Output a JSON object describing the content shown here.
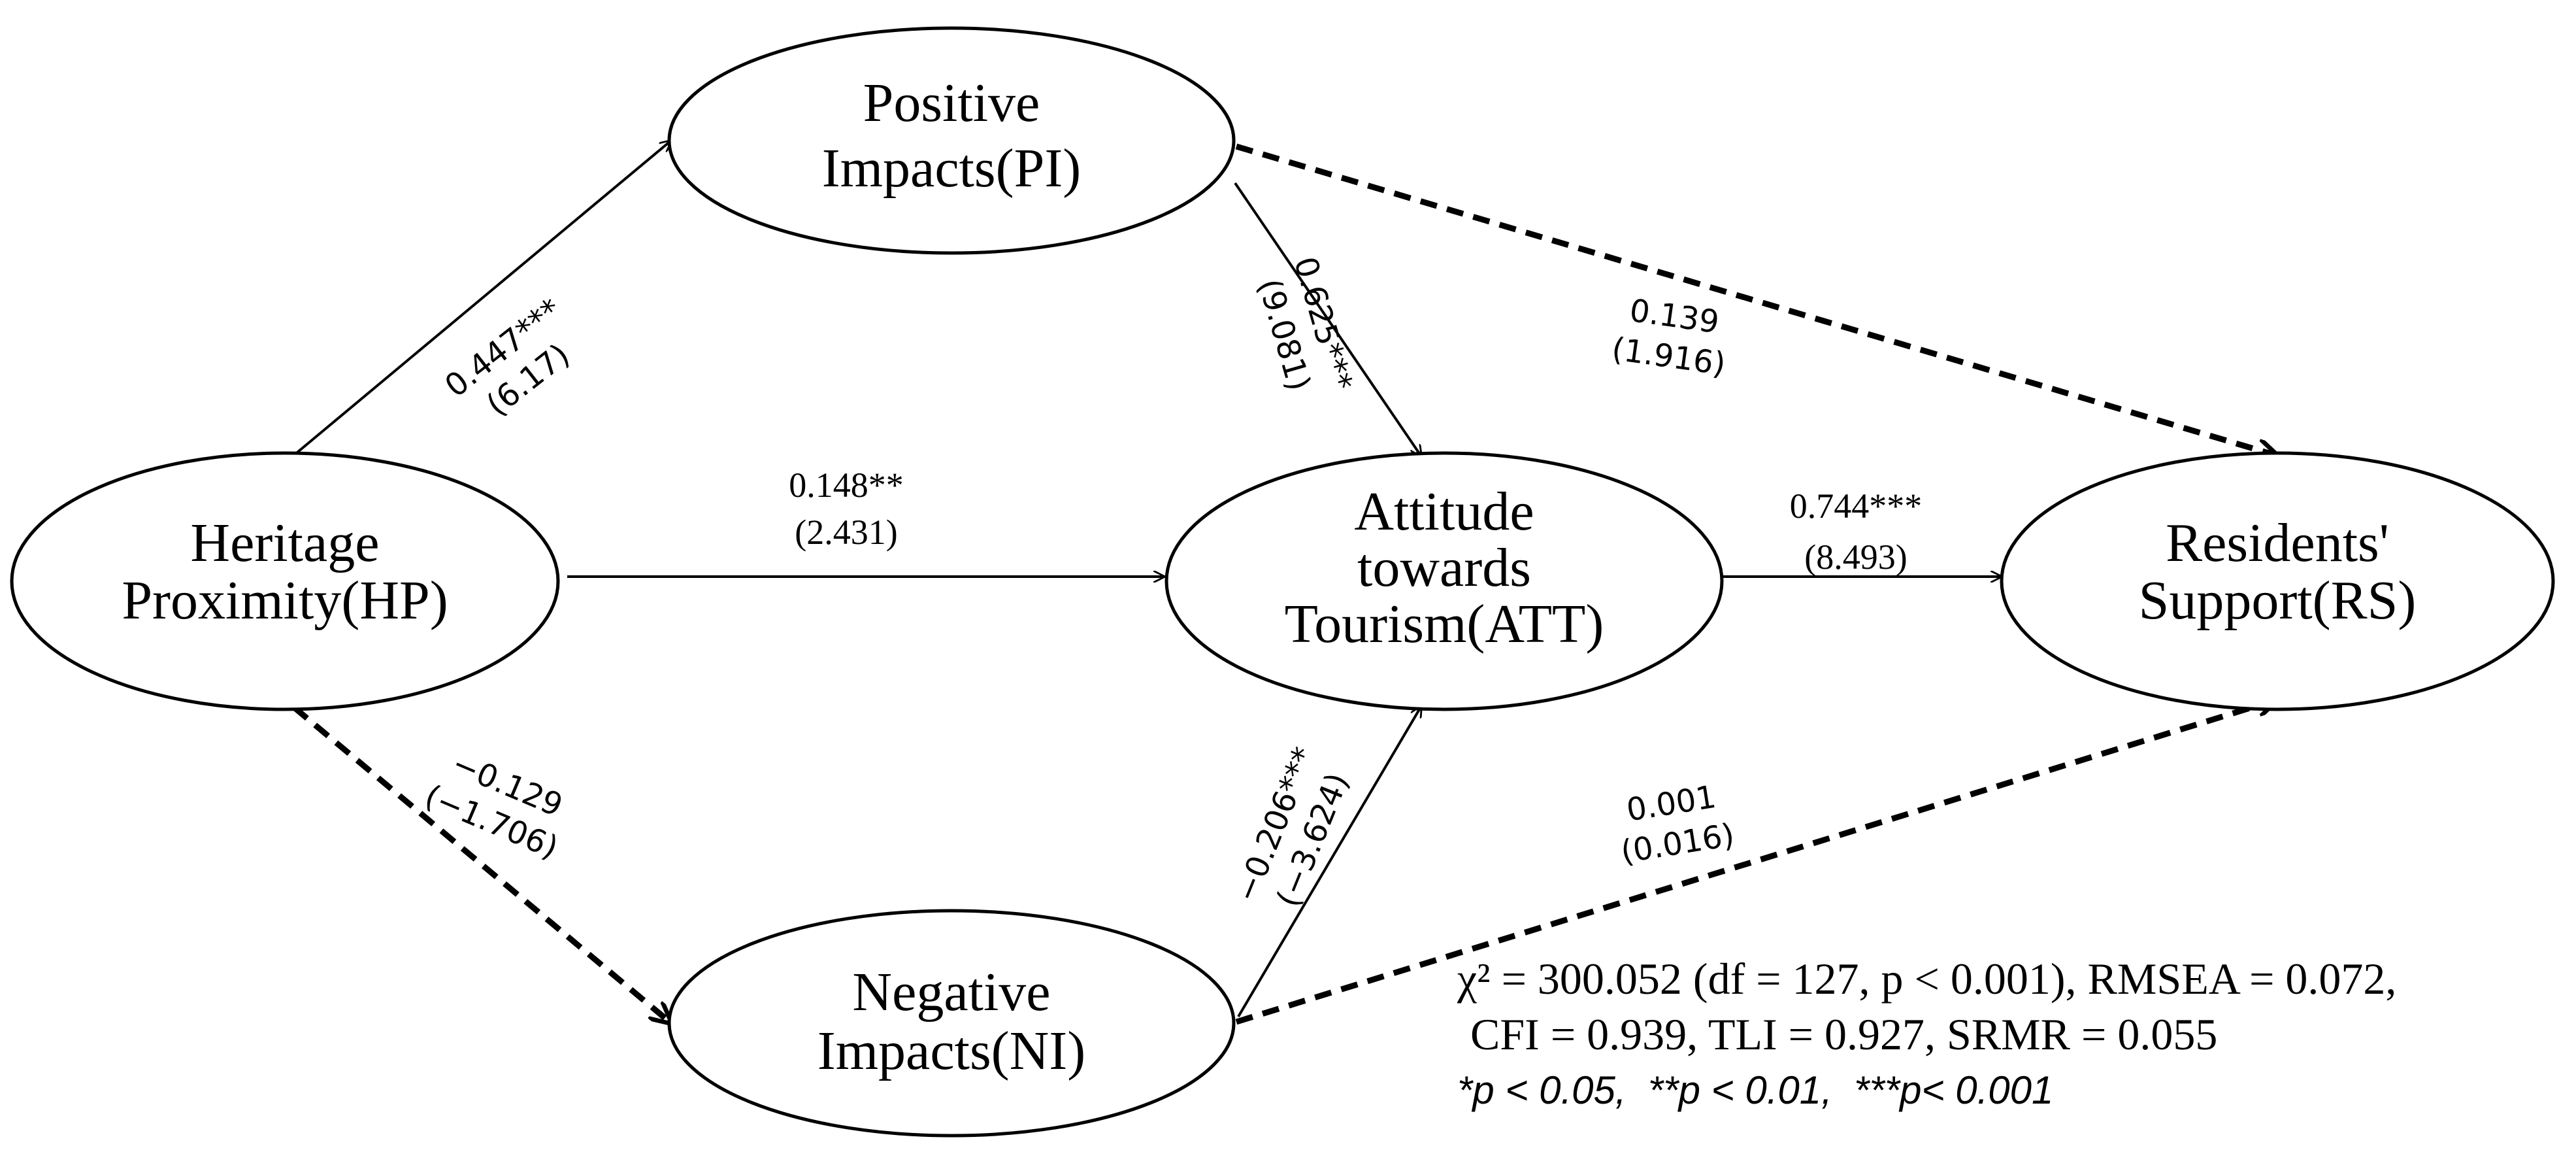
{
  "nodes": {
    "pi": {
      "line1": "Positive",
      "line2": "Impacts(PI)"
    },
    "hp": {
      "line1": "Heritage",
      "line2": "Proximity(HP)"
    },
    "att": {
      "line1": "Attitude",
      "line2": "towards",
      "line3": "Tourism(ATT)"
    },
    "rs": {
      "line1": "Residents'",
      "line2": "Support(RS)"
    },
    "ni": {
      "line1": "Negative",
      "line2": "Impacts(NI)"
    }
  },
  "paths": {
    "hp_pi": {
      "coef": "0.447***",
      "t": "(6.17)"
    },
    "pi_att": {
      "coef": "0.625***",
      "t": "(9.081)"
    },
    "pi_rs": {
      "coef": "0.139",
      "t": "(1.916)"
    },
    "hp_att": {
      "coef": "0.148**",
      "t": "(2.431)"
    },
    "att_rs": {
      "coef": "0.744***",
      "t": "(8.493)"
    },
    "hp_ni": {
      "coef": "−0.129",
      "t": "(−1.706)"
    },
    "ni_att": {
      "coef": "−0.206***",
      "t": "(−3.624)"
    },
    "ni_rs": {
      "coef": "0.001",
      "t": "(0.016)"
    }
  },
  "fit": {
    "line1": "χ² = 300.052 (df = 127, p < 0.001), RMSEA = 0.072,",
    "line2": "CFI = 0.939, TLI = 0.927, SRMR = 0.055",
    "line3": "*p < 0.05,  **p < 0.01,  ***p< 0.001"
  }
}
